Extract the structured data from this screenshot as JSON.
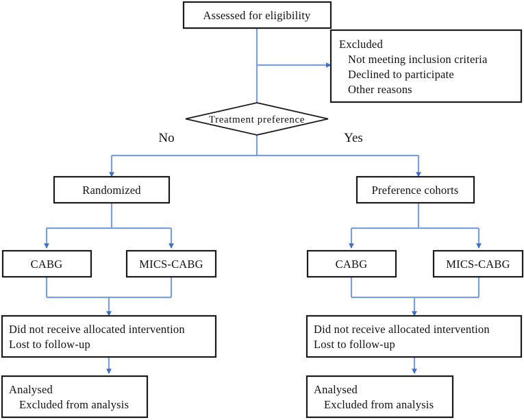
{
  "diagram": {
    "type": "flowchart",
    "title": "CONSORT-style patient flow diagram",
    "colors": {
      "box_border": "#1a1a1a",
      "box_fill": "#ffffff",
      "connector": "#7b9fdb",
      "arrowhead": "#3f6fc4",
      "text": "#111111",
      "background": "#ffffff"
    },
    "nodes": {
      "assessed": {
        "label": "Assessed for eligibility",
        "shape": "rect"
      },
      "excluded": {
        "shape": "rect",
        "lines": [
          "Excluded",
          "Not meeting  inclusion  criteria",
          "Declined to participate",
          "Other reasons"
        ]
      },
      "decision": {
        "label": "Treatment  preference",
        "shape": "diamond"
      },
      "branch_no": "No",
      "branch_yes": "Yes",
      "randomized": {
        "label": "Randomized",
        "shape": "rect"
      },
      "preference_cohorts": {
        "label": "Preference cohorts",
        "shape": "rect"
      },
      "left_cabg": {
        "label": "CABG",
        "shape": "rect"
      },
      "left_mics_cabg": {
        "label": "MICS-CABG",
        "shape": "rect"
      },
      "right_cabg": {
        "label": "CABG",
        "shape": "rect"
      },
      "right_mics_cabg": {
        "label": "MICS-CABG",
        "shape": "rect"
      },
      "left_followup": {
        "shape": "rect",
        "lines": [
          "Did not receive allocated intervention",
          "Lost to follow-up"
        ]
      },
      "right_followup": {
        "shape": "rect",
        "lines": [
          "Did not receive allocated intervention",
          "Lost to follow-up"
        ]
      },
      "left_analysed": {
        "shape": "rect",
        "lines": [
          "Analysed",
          "Excluded from analysis"
        ]
      },
      "right_analysed": {
        "shape": "rect",
        "lines": [
          "Analysed",
          "Excluded from analysis"
        ]
      }
    }
  }
}
